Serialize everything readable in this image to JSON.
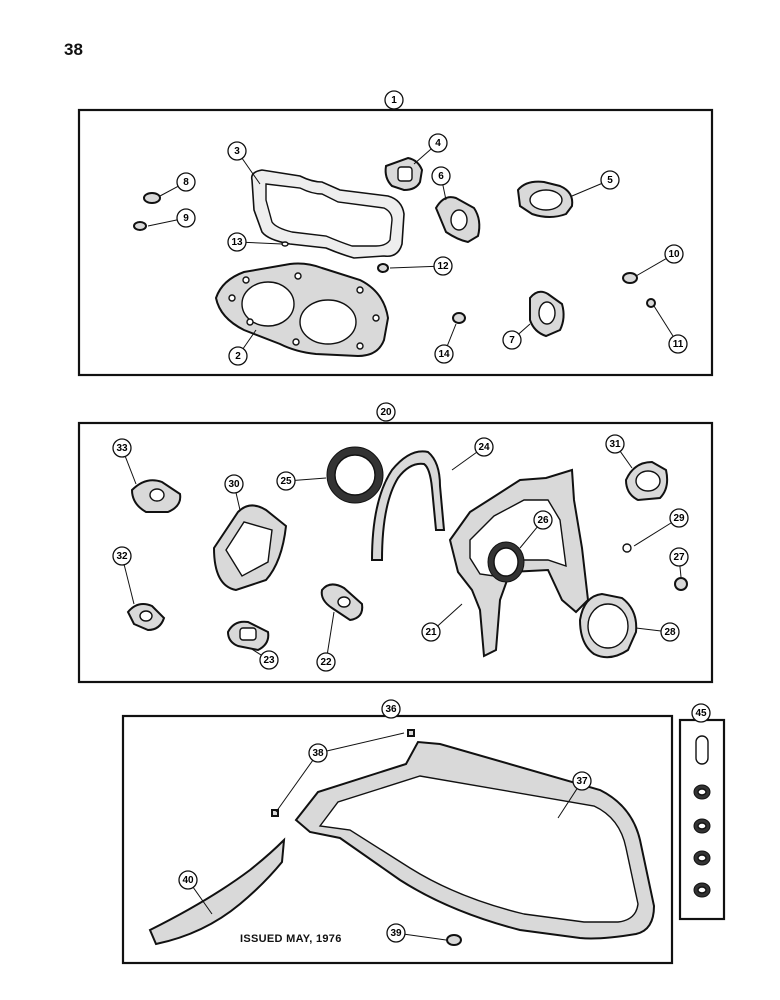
{
  "page": {
    "number": "38",
    "issued": "ISSUED MAY, 1976"
  },
  "groups": [
    {
      "id": "group-1",
      "label": "1",
      "callouts": [
        "2",
        "3",
        "4",
        "5",
        "6",
        "7",
        "8",
        "9",
        "10",
        "11",
        "12",
        "13",
        "14"
      ]
    },
    {
      "id": "group-20",
      "label": "20",
      "callouts": [
        "21",
        "22",
        "23",
        "24",
        "25",
        "26",
        "27",
        "28",
        "29",
        "30",
        "31",
        "32",
        "33"
      ]
    },
    {
      "id": "group-36",
      "label": "36",
      "callouts": [
        "37",
        "38",
        "39",
        "40"
      ]
    },
    {
      "id": "group-45",
      "label": "45",
      "callouts": []
    }
  ]
}
